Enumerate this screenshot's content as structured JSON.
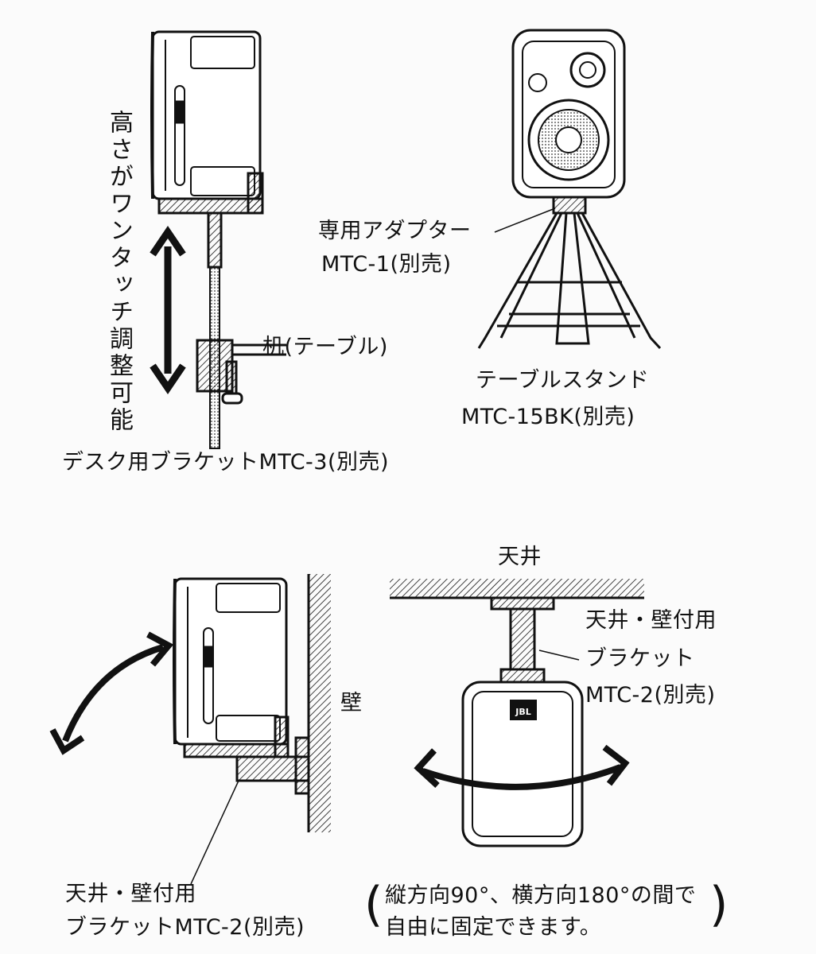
{
  "desk_bracket": {
    "height_note": "高さがワンタッチ調整可能",
    "desk_label": "机(テーブル)",
    "caption": "デスク用ブラケットMTC-3(別売)"
  },
  "table_stand": {
    "adapter_label_1": "専用アダプター",
    "adapter_label_2": "MTC-1(別売)",
    "stand_label_1": "テーブルスタンド",
    "stand_label_2": "MTC-15BK(別売)"
  },
  "wall_mount": {
    "wall_label": "壁",
    "bracket_label_1": "天井・壁付用",
    "bracket_label_2": "ブラケットMTC-2(別売)"
  },
  "ceiling_mount": {
    "ceiling_label": "天井",
    "bracket_label_1": "天井・壁付用",
    "bracket_label_2": "ブラケット",
    "bracket_label_3": "MTC-2(別売)",
    "logo_text": "JBL"
  },
  "angle_note": {
    "line_1": "縦方向90°、横方向180°の間で",
    "line_2": "自由に固定できます。"
  }
}
